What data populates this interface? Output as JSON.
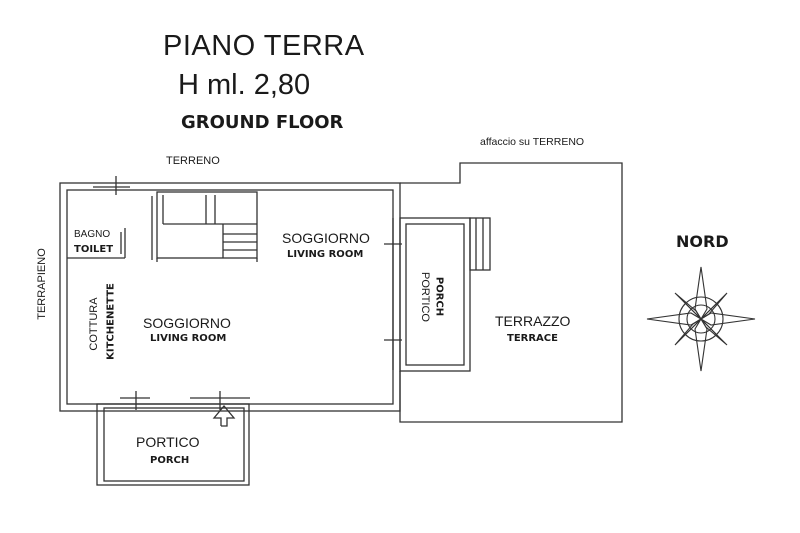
{
  "titles": {
    "main": "PIANO TERRA",
    "height": "H ml. 2,80",
    "english": "GROUND FLOOR"
  },
  "surroundings": {
    "top": "TERRENO",
    "top_right": "affaccio su TERRENO",
    "left": "TERRAPIENO"
  },
  "rooms": {
    "bagno": "BAGNO",
    "toilet": "TOILET",
    "cottura": "COTTURA",
    "kitchenette": "KITCHENETTE",
    "soggiorno_main": "SOGGIORNO",
    "living_main": "LIVING ROOM",
    "soggiorno_upper": "SOGGIORNO",
    "living_upper": "LIVING ROOM",
    "portico_side": "PORTICO",
    "porch_side": "PORCH",
    "terrazzo": "TERRAZZO",
    "terrace": "TERRACE",
    "portico_front": "PORTICO",
    "porch_front": "PORCH"
  },
  "compass": {
    "label": "NORD"
  }
}
